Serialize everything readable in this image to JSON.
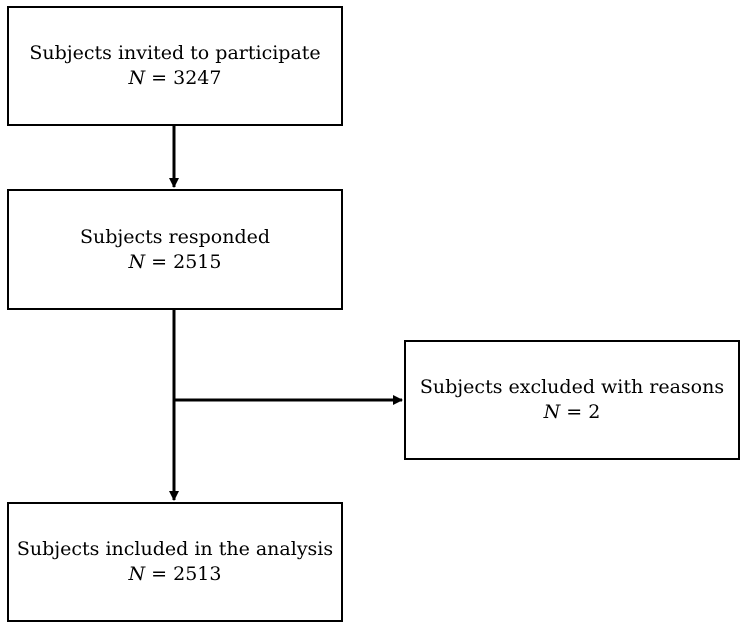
{
  "flowchart": {
    "nodes": [
      {
        "id": "invited",
        "label": "Subjects invited to participate",
        "n_prefix": "N",
        "n_value": "= 3247"
      },
      {
        "id": "responded",
        "label": "Subjects responded",
        "n_prefix": "N",
        "n_value": "= 2515"
      },
      {
        "id": "excluded",
        "label": "Subjects excluded with reasons",
        "n_prefix": "N",
        "n_value": "= 2"
      },
      {
        "id": "included",
        "label": "Subjects included in the analysis",
        "n_prefix": "N",
        "n_value": "= 2513"
      }
    ],
    "edges": [
      {
        "from": "invited",
        "to": "responded"
      },
      {
        "from": "responded",
        "to": "included"
      },
      {
        "from": "responded",
        "to": "excluded"
      }
    ]
  }
}
